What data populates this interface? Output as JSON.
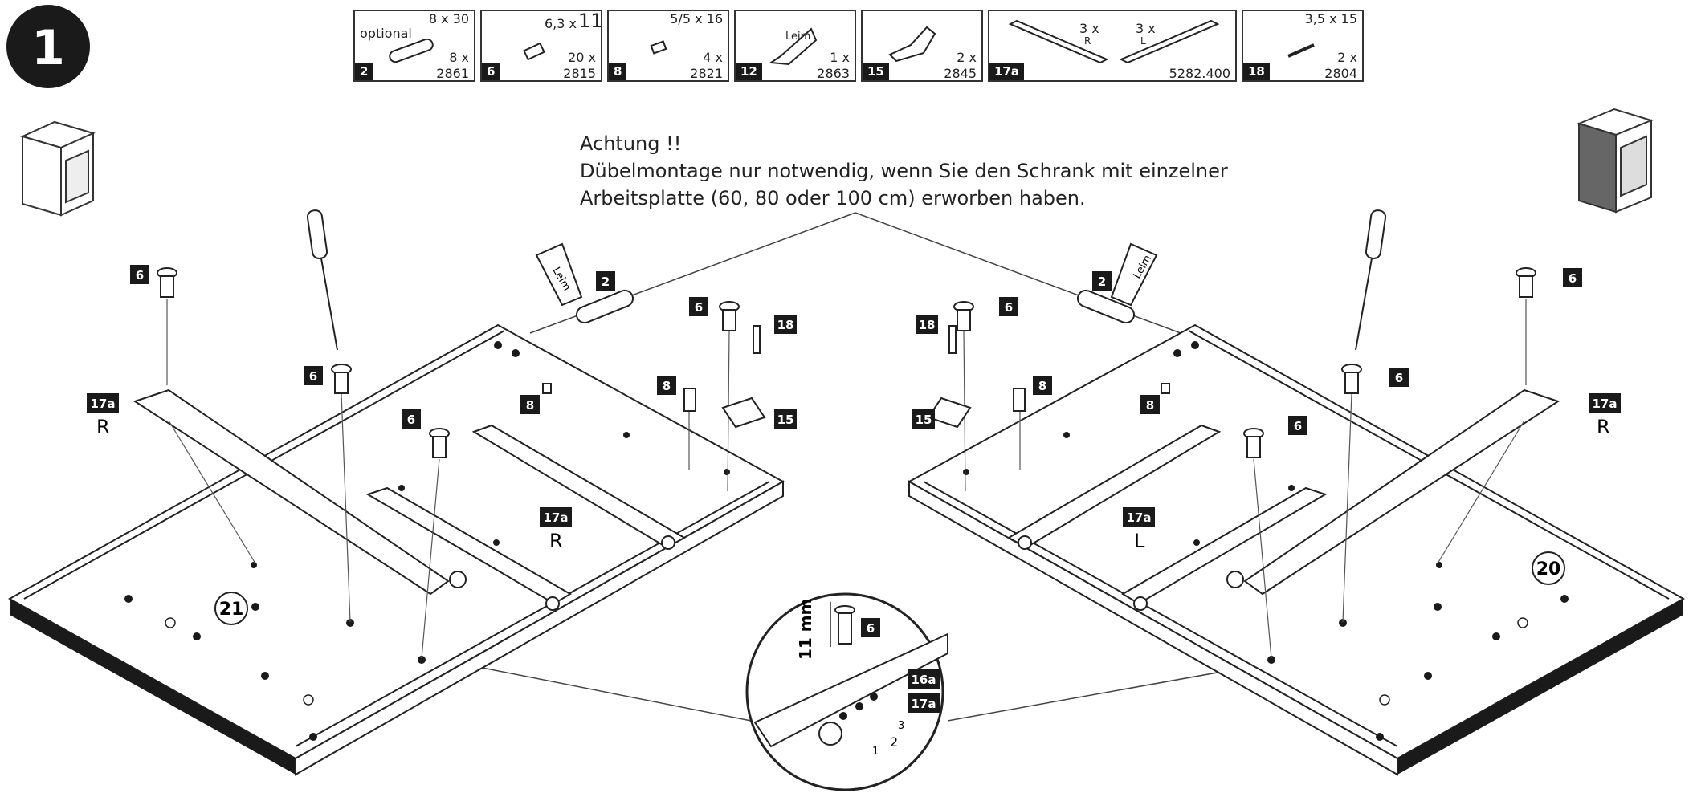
{
  "step": "1",
  "notice": {
    "title": "Achtung !!",
    "line1": "Dübelmontage nur notwendig, wenn Sie den Schrank mit einzelner",
    "line2": "Arbeitsplatte (60, 80 oder 100 cm) erworben haben."
  },
  "parts": [
    {
      "num": "2",
      "size": "8 x 30",
      "extra": "optional",
      "qty": "8 x",
      "code": "2861",
      "icon": "dowel-icon"
    },
    {
      "num": "6",
      "size": "6,3 x",
      "size_big": "11",
      "qty": "20 x",
      "code": "2815",
      "icon": "euro-screw-icon"
    },
    {
      "num": "8",
      "size": "5/5 x 16",
      "qty": "4 x",
      "code": "2821",
      "icon": "pin-icon"
    },
    {
      "num": "12",
      "label": "Leim",
      "qty": "1 x",
      "code": "2863",
      "icon": "glue-tube-icon"
    },
    {
      "num": "15",
      "qty": "2 x",
      "code": "2845",
      "icon": "angle-bracket-icon"
    },
    {
      "num": "17a",
      "left_qty": "3 x",
      "left_side": "R",
      "right_qty": "3 x",
      "right_side": "L",
      "code": "5282.400",
      "icon": "drawer-rail-icon"
    },
    {
      "num": "18",
      "size": "3,5 x 15",
      "qty": "2 x",
      "code": "2804",
      "icon": "wood-screw-icon"
    }
  ],
  "labels": {
    "six": "6",
    "eight": "8",
    "two": "2",
    "fifteen": "15",
    "eighteen": "18",
    "rail": "17a",
    "r": "R",
    "l": "L",
    "leim": "Leim",
    "panel_left": "21",
    "panel_right": "20",
    "detail_height": "11 mm",
    "detail_16a": "16a",
    "detail_17a": "17a",
    "detail_1": "1",
    "detail_2": "2",
    "detail_3": "3"
  }
}
